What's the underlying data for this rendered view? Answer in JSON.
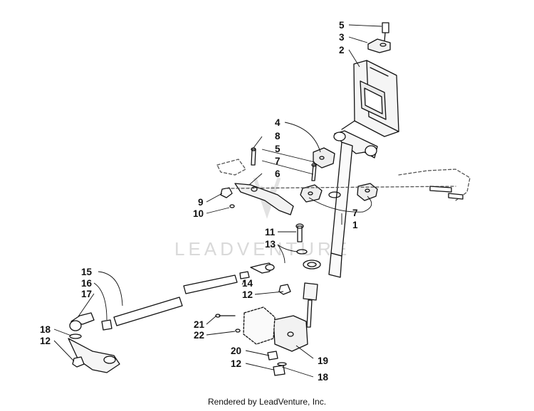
{
  "watermark": {
    "text": "LEADVENTURE",
    "color": "#d9d9d9"
  },
  "footer": {
    "text": "Rendered by LeadVenture, Inc."
  },
  "callouts": [
    {
      "id": "c5a",
      "label": "5"
    },
    {
      "id": "c3",
      "label": "3"
    },
    {
      "id": "c2",
      "label": "2"
    },
    {
      "id": "c4",
      "label": "4"
    },
    {
      "id": "c8",
      "label": "8"
    },
    {
      "id": "c5b",
      "label": "5"
    },
    {
      "id": "c7a",
      "label": "7"
    },
    {
      "id": "c6",
      "label": "6"
    },
    {
      "id": "c9",
      "label": "9"
    },
    {
      "id": "c10",
      "label": "10"
    },
    {
      "id": "c7b",
      "label": "7"
    },
    {
      "id": "c1",
      "label": "1"
    },
    {
      "id": "c11",
      "label": "11"
    },
    {
      "id": "c13",
      "label": "13"
    },
    {
      "id": "c15",
      "label": "15"
    },
    {
      "id": "c16",
      "label": "16"
    },
    {
      "id": "c17",
      "label": "17"
    },
    {
      "id": "c14",
      "label": "14"
    },
    {
      "id": "c12a",
      "label": "12"
    },
    {
      "id": "c18a",
      "label": "18"
    },
    {
      "id": "c12b",
      "label": "12"
    },
    {
      "id": "c21",
      "label": "21"
    },
    {
      "id": "c22",
      "label": "22"
    },
    {
      "id": "c20",
      "label": "20"
    },
    {
      "id": "c19",
      "label": "19"
    },
    {
      "id": "c12c",
      "label": "12"
    },
    {
      "id": "c18b",
      "label": "18"
    }
  ]
}
